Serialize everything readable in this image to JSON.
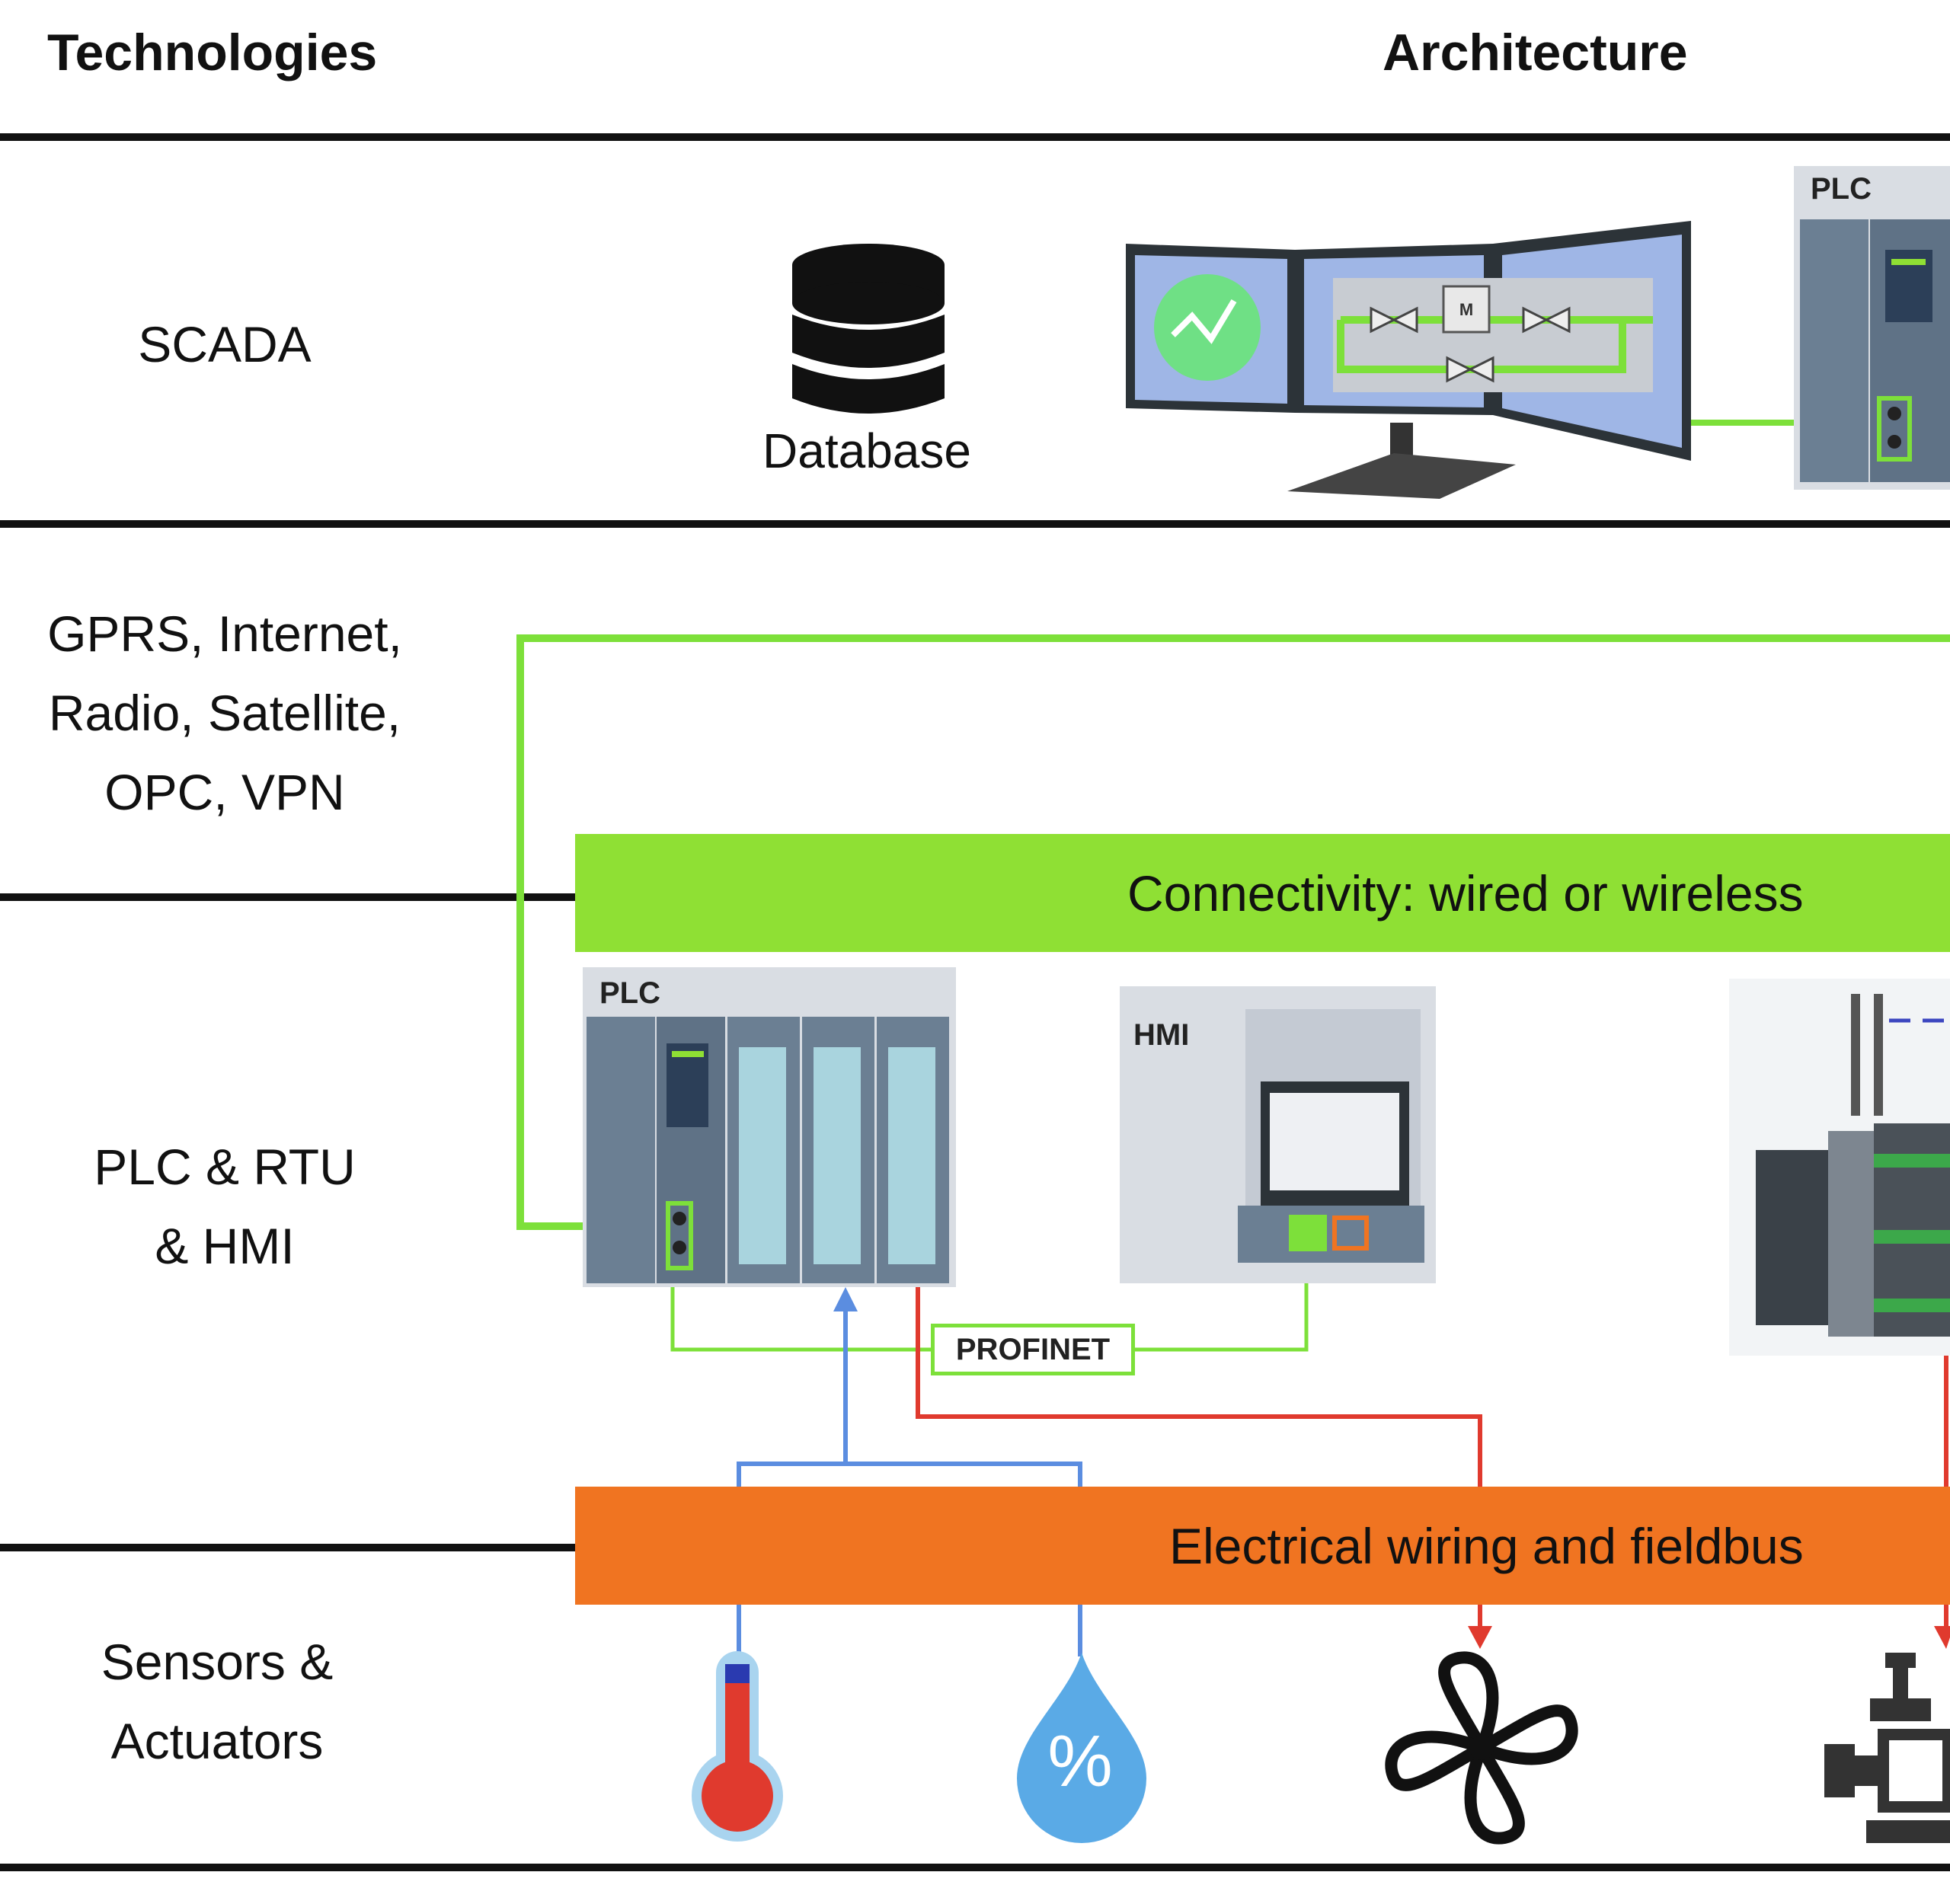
{
  "headers": {
    "technologies": "Technologies",
    "architecture": "Architecture"
  },
  "rows": {
    "scada": "SCADA",
    "comms": "GPRS, Internet,\nRadio, Satellite,\nOPC, VPN",
    "plc_rtu_hmi": "PLC & RTU\n& HMI",
    "sensors": "Sensors &\nActuators"
  },
  "bands": {
    "connectivity": "Connectivity: wired or wireless",
    "wiring": "Electrical wiring and fieldbus"
  },
  "labels": {
    "database": "Database",
    "plc_top": "PLC",
    "plc_mid": "PLC",
    "hmi": "HMI",
    "profinet": "PROFINET",
    "motor": "M",
    "percent": "%"
  },
  "colors": {
    "connection_green": "#7de03a",
    "connectivity_band": "#8fe034",
    "wiring_band": "#f07421",
    "signal_blue": "#5b8de0",
    "signal_red": "#e03a2e",
    "device_panel": "#6b7f93",
    "screen_blue": "#9fb6e6",
    "rule_black": "#111111"
  },
  "icons": [
    "database-icon",
    "monitor-icon",
    "plc-icon",
    "hmi-icon",
    "rtu-icon",
    "thermometer-icon",
    "humidity-drop-icon",
    "fan-icon",
    "valve-icon"
  ]
}
